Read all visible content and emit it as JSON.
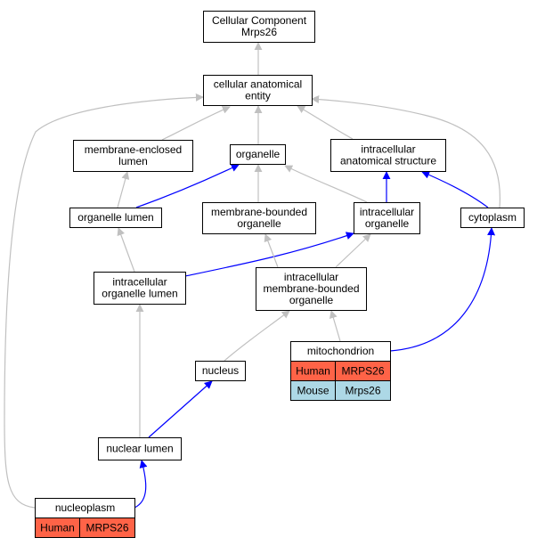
{
  "colors": {
    "gray_edge": "#c0c0c0",
    "blue_edge": "#0000ff",
    "human": "#ff6347",
    "mouse": "#add8e6"
  },
  "nodes": [
    {
      "id": "cellular-component",
      "lines": [
        "Cellular Component",
        "Mrps26"
      ]
    },
    {
      "id": "cellular-anatomical-entity",
      "lines": [
        "cellular anatomical",
        "entity"
      ]
    },
    {
      "id": "membrane-enclosed-lumen",
      "lines": [
        "membrane-enclosed",
        "lumen"
      ]
    },
    {
      "id": "organelle",
      "lines": [
        "organelle"
      ]
    },
    {
      "id": "intracellular-anatomical-structure",
      "lines": [
        "intracellular",
        "anatomical structure"
      ]
    },
    {
      "id": "organelle-lumen",
      "lines": [
        "organelle lumen"
      ]
    },
    {
      "id": "membrane-bounded-organelle",
      "lines": [
        "membrane-bounded",
        "organelle"
      ]
    },
    {
      "id": "intracellular-organelle",
      "lines": [
        "intracellular",
        "organelle"
      ]
    },
    {
      "id": "cytoplasm",
      "lines": [
        "cytoplasm"
      ]
    },
    {
      "id": "intracellular-organelle-lumen",
      "lines": [
        "intracellular",
        "organelle lumen"
      ]
    },
    {
      "id": "intracellular-membrane-bounded-organelle",
      "lines": [
        "intracellular",
        "membrane-bounded",
        "organelle"
      ]
    },
    {
      "id": "nucleus",
      "lines": [
        "nucleus"
      ]
    },
    {
      "id": "nuclear-lumen",
      "lines": [
        "nuclear lumen"
      ]
    },
    {
      "id": "mitochondrion",
      "lines": [
        "mitochondrion"
      ],
      "rows": [
        {
          "species": "Human",
          "gene": "MRPS26",
          "color": "#ff6347"
        },
        {
          "species": "Mouse",
          "gene": "Mrps26",
          "color": "#add8e6"
        }
      ]
    },
    {
      "id": "nucleoplasm",
      "lines": [
        "nucleoplasm"
      ],
      "rows": [
        {
          "species": "Human",
          "gene": "MRPS26",
          "color": "#ff6347"
        }
      ]
    }
  ],
  "edges": [
    {
      "from": "cellular-anatomical-entity",
      "to": "cellular-component",
      "kind": "gray"
    },
    {
      "from": "membrane-enclosed-lumen",
      "to": "cellular-anatomical-entity",
      "kind": "gray"
    },
    {
      "from": "organelle",
      "to": "cellular-anatomical-entity",
      "kind": "gray"
    },
    {
      "from": "intracellular-anatomical-structure",
      "to": "cellular-anatomical-entity",
      "kind": "gray"
    },
    {
      "from": "cytoplasm",
      "to": "cellular-anatomical-entity",
      "kind": "gray"
    },
    {
      "from": "nucleoplasm",
      "to": "cellular-anatomical-entity",
      "kind": "gray"
    },
    {
      "from": "organelle-lumen",
      "to": "membrane-enclosed-lumen",
      "kind": "gray"
    },
    {
      "from": "organelle-lumen",
      "to": "organelle",
      "kind": "blue"
    },
    {
      "from": "membrane-bounded-organelle",
      "to": "organelle",
      "kind": "gray"
    },
    {
      "from": "intracellular-organelle",
      "to": "organelle",
      "kind": "gray"
    },
    {
      "from": "intracellular-organelle",
      "to": "intracellular-anatomical-structure",
      "kind": "blue"
    },
    {
      "from": "cytoplasm",
      "to": "intracellular-anatomical-structure",
      "kind": "blue"
    },
    {
      "from": "intracellular-organelle-lumen",
      "to": "organelle-lumen",
      "kind": "gray"
    },
    {
      "from": "intracellular-organelle-lumen",
      "to": "intracellular-organelle",
      "kind": "blue"
    },
    {
      "from": "intracellular-membrane-bounded-organelle",
      "to": "membrane-bounded-organelle",
      "kind": "gray"
    },
    {
      "from": "intracellular-membrane-bounded-organelle",
      "to": "intracellular-organelle",
      "kind": "gray"
    },
    {
      "from": "mitochondrion",
      "to": "intracellular-membrane-bounded-organelle",
      "kind": "gray"
    },
    {
      "from": "mitochondrion",
      "to": "cytoplasm",
      "kind": "blue"
    },
    {
      "from": "nucleus",
      "to": "intracellular-membrane-bounded-organelle",
      "kind": "gray"
    },
    {
      "from": "nuclear-lumen",
      "to": "intracellular-organelle-lumen",
      "kind": "gray"
    },
    {
      "from": "nuclear-lumen",
      "to": "nucleus",
      "kind": "blue"
    },
    {
      "from": "nucleoplasm",
      "to": "nuclear-lumen",
      "kind": "blue"
    }
  ]
}
